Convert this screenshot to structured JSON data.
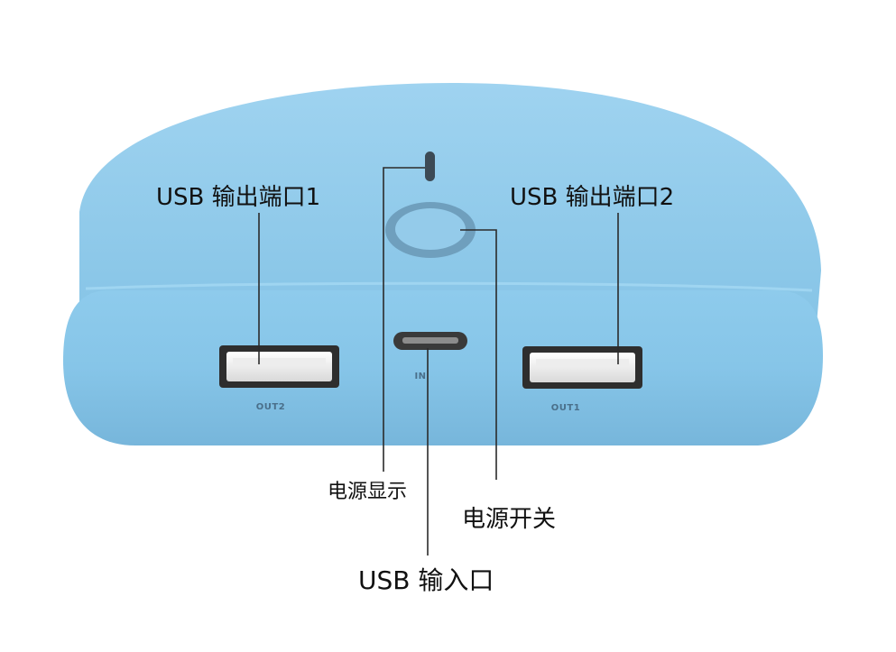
{
  "device": {
    "body_color": "#87c6e8",
    "ports": {
      "left_usb_label": "OUT2",
      "right_usb_label": "OUT1",
      "micro_usb_label": "IN"
    }
  },
  "callouts": {
    "usb_out_1": "USB 输出端口1",
    "usb_out_2": "USB 输出端口2",
    "power_indicator": "电源显示",
    "power_switch": "电源开关",
    "usb_input": "USB 输入口"
  }
}
